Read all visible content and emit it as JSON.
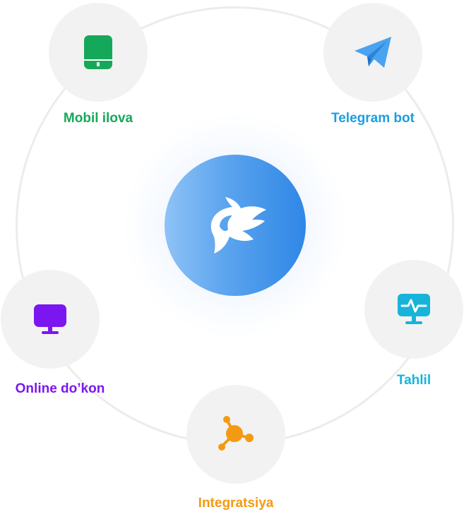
{
  "center": {
    "logo_icon": "bird-wing-logo-icon",
    "colors": {
      "gradient_start": "#8ec3f6",
      "gradient_end": "#2f87e6"
    }
  },
  "nodes": [
    {
      "key": "mobile",
      "label": "Mobil ilova",
      "icon": "mobile-device-icon",
      "color": "#16a85a"
    },
    {
      "key": "telegram",
      "label": "Telegram bot",
      "icon": "telegram-send-icon",
      "color": "#1a9fe0"
    },
    {
      "key": "analytics",
      "label": "Tahlil",
      "icon": "analytics-monitor-icon",
      "color": "#17b4d9"
    },
    {
      "key": "integration",
      "label": "Integratsiya",
      "icon": "integration-hub-icon",
      "color": "#f39a12"
    },
    {
      "key": "shop",
      "label": "Online do’kon",
      "icon": "desktop-monitor-icon",
      "color": "#7b16f0"
    }
  ]
}
